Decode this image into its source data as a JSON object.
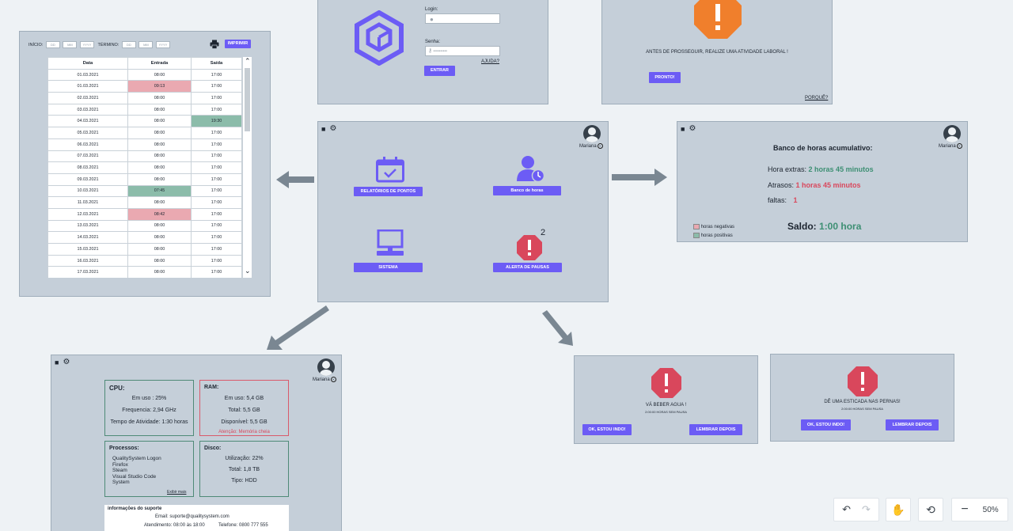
{
  "table_screen": {
    "inicio_label": "INÍCIO:",
    "termino_label": "TÉRMINO:",
    "dd": "DD",
    "mm": "MM",
    "yyyy": "YYYY",
    "print_label": "IMPRIMIR",
    "headers": [
      "Data",
      "Entrada",
      "Saída"
    ],
    "rows": [
      [
        "01.03.2021",
        "08:00",
        "17:00",
        ""
      ],
      [
        "01.03.2021",
        "09:13",
        "17:00",
        "red-in"
      ],
      [
        "02.03.2021",
        "08:00",
        "17:00",
        ""
      ],
      [
        "03.03.2021",
        "08:00",
        "17:00",
        ""
      ],
      [
        "04.03.2021",
        "08:00",
        "19:30",
        "green-out"
      ],
      [
        "05.03.2021",
        "08:00",
        "17:00",
        ""
      ],
      [
        "06.03.2021",
        "08:00",
        "17:00",
        ""
      ],
      [
        "07.03.2021",
        "08:00",
        "17:00",
        ""
      ],
      [
        "08.03.2021",
        "08:00",
        "17:00",
        ""
      ],
      [
        "09.03.2021",
        "08:00",
        "17:00",
        ""
      ],
      [
        "10.03.2021",
        "07:45",
        "17:00",
        "green-in"
      ],
      [
        "11.03.2021",
        "08:00",
        "17:00",
        ""
      ],
      [
        "12.03.2021",
        "08:42",
        "17:00",
        "red-in"
      ],
      [
        "13.03.2021",
        "08:00",
        "17:00",
        ""
      ],
      [
        "14.03.2021",
        "08:00",
        "17:00",
        ""
      ],
      [
        "15.03.2021",
        "08:00",
        "17:00",
        ""
      ],
      [
        "16.03.2021",
        "08:00",
        "17:00",
        ""
      ],
      [
        "17.03.2021",
        "08:00",
        "17:00",
        ""
      ]
    ]
  },
  "login_screen": {
    "login_label": "Login:",
    "password_label": "Senha:",
    "password_placeholder": "••••••••••",
    "help_label": "AJUDA?",
    "enter_label": "ENTRAR"
  },
  "labor_screen": {
    "message": "ANTES DE PROSSEGUIR, REALIZE UMA ATIVIDADE LABORAL !",
    "ready_label": "PRONTO!",
    "why_label": "PORQUÊ?"
  },
  "main_screen": {
    "user": "Mariana",
    "reports_label": "RELATÓRIOS DE PONTOS",
    "bank_label": "Banco de horas",
    "system_label": "SISTEMA",
    "alert_label": "ALERTA DE PAUSAS",
    "alert_count": "2"
  },
  "bank_screen": {
    "user": "Mariana",
    "title": "Banco de horas acumulativo:",
    "extra_label": "Hora extras:",
    "extra_value": "2 horas 45 minutos",
    "late_label": "Atrasos:",
    "late_value": "1 horas 45 minutos",
    "absence_label": "faltas:",
    "absence_value": "1",
    "legend_negative": "horas negativas",
    "legend_positive": "horas positivas",
    "balance_label": "Saldo:",
    "balance_value": "1:00 hora",
    "colors": {
      "positive": "#3d8f73",
      "negative": "#d9475c"
    }
  },
  "system_screen": {
    "user": "Mariana",
    "cpu_title": "CPU:",
    "cpu_usage": "Em uso : 25%",
    "cpu_freq": "Frequencia: 2,94 GHz",
    "cpu_uptime": "Tempo de Atividade: 1:30 horas",
    "ram_title": "RAM:",
    "ram_usage": "Em uso: 5,4 GB",
    "ram_total": "Total: 5,5 GB",
    "ram_available": "Disponível: 5,5 GB",
    "ram_warning": "Atenção: Memória cheia",
    "proc_title": "Processos:",
    "processes": [
      "QualitySystem  Logon",
      "Firefox",
      "Steam",
      "Visual Studio Code",
      "System"
    ],
    "show_more": "Exibir mais",
    "disk_title": "Disco:",
    "disk_usage": "Utilização: 22%",
    "disk_total": "Total: 1,8 TB",
    "disk_type": "Tipo: HDD",
    "support_title": "informações do suporte",
    "support_email": "Email: suporte@qualitysystem.com",
    "support_hours": "Atendimento: 08:00 às 18:00",
    "support_phone": "Telefone: 0800 777 555"
  },
  "water_alert": {
    "message": "VÁ BEBER AGUA !",
    "sub": "2:00:00 HORAS SEM PAUSA",
    "ok_label": "OK, ESTOU INDO!",
    "later_label": "LEMBRAR DEPOIS"
  },
  "stretch_alert": {
    "message": "DÊ UMA ESTICADA NAS PERNAS!",
    "sub": "2:00:00 HORAS SEM PAUSA",
    "ok_label": "OK, ESTOU INDO!",
    "later_label": "LEMBRAR DEPOIS"
  },
  "toolbar": {
    "zoom": "50%"
  },
  "accent_color": "#6c5cf5"
}
